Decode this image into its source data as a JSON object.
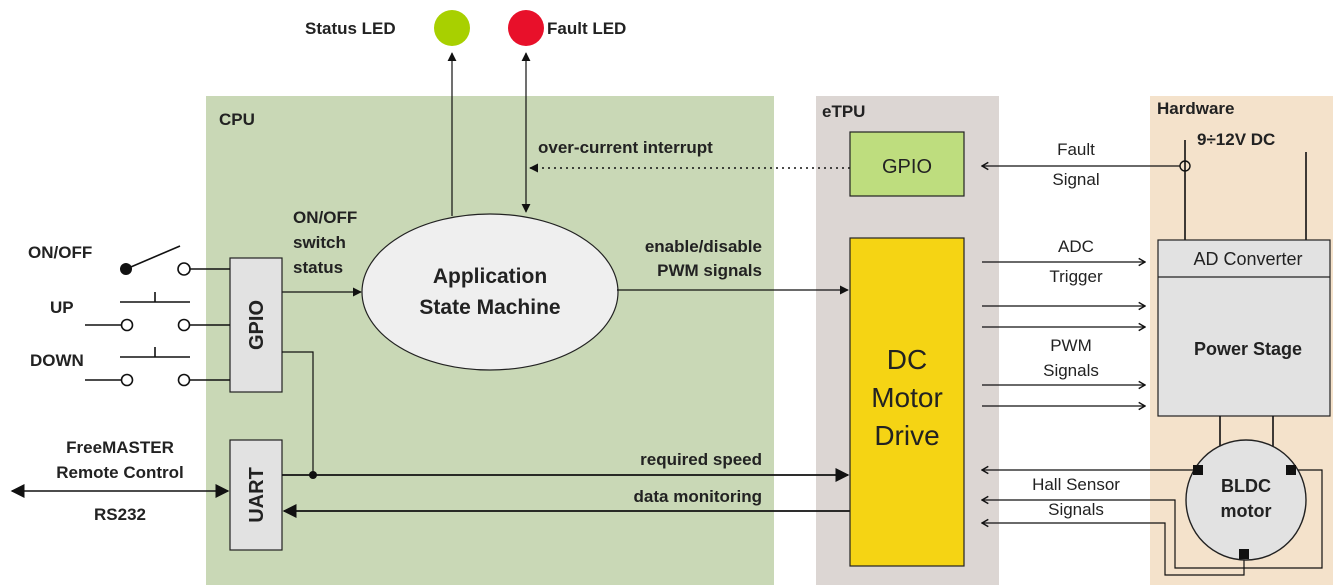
{
  "regions": {
    "cpu": "CPU",
    "etpu": "eTPU",
    "hardware": "Hardware"
  },
  "leds": {
    "status": "Status LED",
    "fault": "Fault LED",
    "status_color": "#a8d000",
    "fault_color": "#e8102a"
  },
  "switches": {
    "on_off": "ON/OFF",
    "up": "UP",
    "down": "DOWN"
  },
  "blocks": {
    "cpu_gpio": "GPIO",
    "uart": "UART",
    "state_machine_line1": "Application",
    "state_machine_line2": "State Machine",
    "etpu_gpio": "GPIO",
    "motor_drive_line1": "DC",
    "motor_drive_line2": "Motor",
    "motor_drive_line3": "Drive",
    "ad_converter": "AD Converter",
    "power_stage": "Power Stage",
    "motor_line1": "BLDC",
    "motor_line2": "motor"
  },
  "labels": {
    "over_current": "over-current interrupt",
    "switch_status_1": "ON/OFF",
    "switch_status_2": "switch",
    "switch_status_3": "status",
    "enable_pwm_1": "enable/disable",
    "enable_pwm_2": "PWM signals",
    "required_speed": "required speed",
    "data_monitoring": "data monitoring",
    "freemaster_1": "FreeMASTER",
    "freemaster_2": "Remote Control",
    "rs232": "RS232",
    "fault_signal_1": "Fault",
    "fault_signal_2": "Signal",
    "adc_trigger_1": "ADC",
    "adc_trigger_2": "Trigger",
    "pwm_signals_1": "PWM",
    "pwm_signals_2": "Signals",
    "hall_1": "Hall Sensor",
    "hall_2": "Signals",
    "supply": "9÷12V DC"
  },
  "colors": {
    "cpu_bg": "#c9d8b6",
    "etpu_bg": "#dcd6d3",
    "hardware_bg": "#f4e2cb",
    "gpio_green": "#bedd7e",
    "motor_drive_yellow": "#f5d414",
    "gray_block": "#e2e2e2"
  }
}
